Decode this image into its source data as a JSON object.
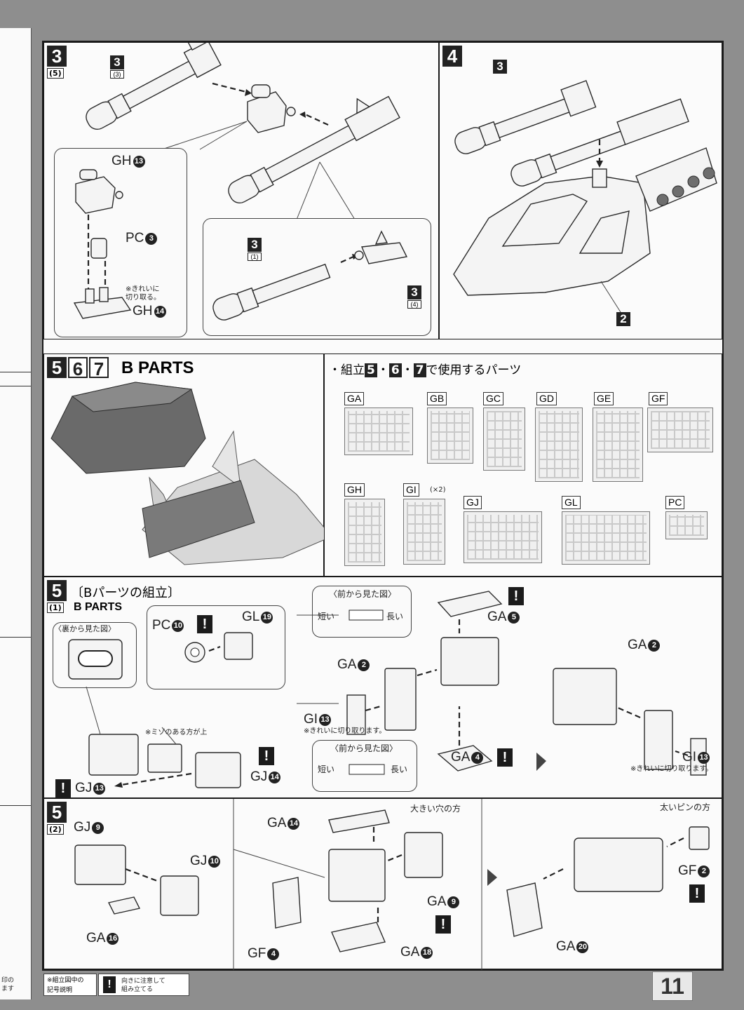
{
  "step3": {
    "num": "3",
    "sub": "(5)",
    "ref_top": {
      "n": "3",
      "s": "(3)"
    },
    "ref_mid": {
      "n": "3",
      "s": "(1)"
    },
    "ref_right": {
      "n": "3",
      "s": "(4)"
    },
    "gh13": "GH",
    "gh13n": "13",
    "pc3": "PC",
    "pc3n": "3",
    "note": "※きれいに\n切り取る。",
    "gh14": "GH",
    "gh14n": "14"
  },
  "step4": {
    "num": "4",
    "ref_top": "3",
    "ref_bottom": "2"
  },
  "bparts": {
    "nums": [
      "5",
      "6",
      "7"
    ],
    "title": "B PARTS",
    "used_label_pre": "・組立",
    "used_label_post": "で使用するパーツ",
    "used_nums": [
      "5",
      "6",
      "7"
    ],
    "runners": [
      "GA",
      "GB",
      "GC",
      "GD",
      "GE",
      "GF",
      "GH",
      "GI",
      "GJ",
      "GL",
      "PC"
    ],
    "gi_mult": "(×2)"
  },
  "step5_1": {
    "num": "5",
    "title": "〔Bパーツの組立〕",
    "sub": "(1)",
    "subtitle": "B PARTS",
    "back_view": "〈裏から見た図〉",
    "pc10": "PC",
    "pc10n": "10",
    "gl19": "GL",
    "gl19n": "19",
    "groove_note": "※ミゾのある方が上",
    "gj14": "GJ",
    "gj14n": "14",
    "gj13": "GJ",
    "gj13n": "13",
    "front_view_top": "〈前から見た図〉",
    "short_top": "短い",
    "long_top": "長い",
    "ga5": "GA",
    "ga5n": "5",
    "ga2a": "GA",
    "ga2an": "2",
    "gi13a": "GI",
    "gi13an": "13",
    "cut_note_a": "※きれいに切り取ります。",
    "front_view_bot": "〈前から見た図〉",
    "short_bot": "短い",
    "long_bot": "長い",
    "ga4": "GA",
    "ga4n": "4",
    "ga2b": "GA",
    "ga2bn": "2",
    "gi13b": "GI",
    "gi13bn": "13",
    "cut_note_b": "※きれいに切り取ります。"
  },
  "step5_2": {
    "num": "5",
    "sub": "(2)",
    "gj9": "GJ",
    "gj9n": "9",
    "gj10": "GJ",
    "gj10n": "10",
    "ga16": "GA",
    "ga16n": "16",
    "ga14": "GA",
    "ga14n": "14",
    "big_hole": "大きい穴の方",
    "ga9": "GA",
    "ga9n": "9",
    "gf4": "GF",
    "gf4n": "4",
    "ga18": "GA",
    "ga18n": "18",
    "thick_pin": "太いピンの方",
    "gf2": "GF",
    "gf2n": "2",
    "ga20": "GA",
    "ga20n": "20"
  },
  "footer": {
    "legend_label": "※組立図中の\n記号説明",
    "legend_text": "向きに注意して\n組み立てる",
    "page": "11",
    "left_text": "印の\nます"
  }
}
